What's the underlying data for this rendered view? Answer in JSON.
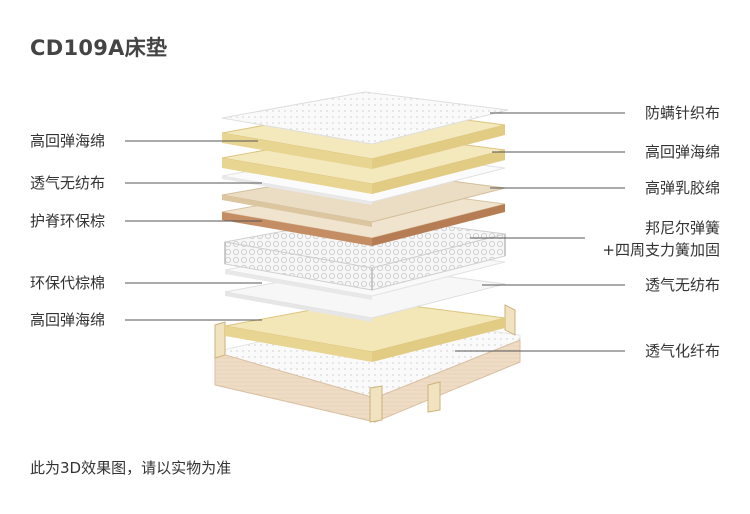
{
  "title": "CD109A床垫",
  "left_labels": [
    "高回弹海绵",
    "透气无纺布",
    "护脊环保棕",
    "环保代棕棉",
    "高回弹海绵"
  ],
  "right_labels": [
    "防螨针织布",
    "高回弹海绵",
    "高弹乳胶绵",
    "邦尼尔弹簧",
    "+四周支力簧加固",
    "透气无纺布",
    "透气化纤布"
  ],
  "footnote": "此为3D效果图，请以实物为准",
  "colors": {
    "foam": "#f2e6b5",
    "foam_edge": "#d9c37a",
    "fabric": "#f6f6f6",
    "fabric_edge": "#dcdcdc",
    "latex": "#ecdcc3",
    "palm": "#c99068",
    "frame_wood": "#ecd7bf",
    "line": "#555555"
  }
}
